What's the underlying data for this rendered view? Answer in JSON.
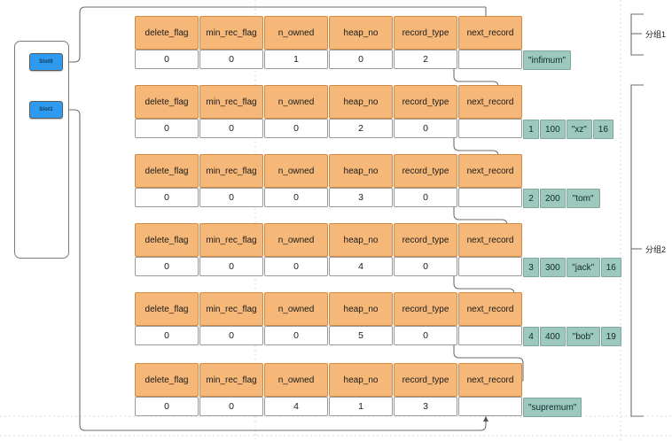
{
  "diagram": {
    "title_hidden": "",
    "colors": {
      "header_fill": "#f6b878",
      "header_stroke": "#d08a44",
      "payload_fill": "#9cc8bd",
      "payload_stroke": "#7fa79d",
      "slot_fill": "#2e9bf0",
      "line": "#6e6e6e"
    }
  },
  "page_directory": {
    "slots": [
      {
        "label": "Slot0"
      },
      {
        "label": "Slot1"
      }
    ]
  },
  "record_columns": [
    "delete_flag",
    "min_rec_flag",
    "n_owned",
    "heap_no",
    "record_type",
    "next_record"
  ],
  "records": [
    {
      "name": "infimum-record",
      "values": [
        "0",
        "0",
        "1",
        "0",
        "2",
        ""
      ],
      "payload": [
        "\"infimum\""
      ]
    },
    {
      "name": "record-xz",
      "values": [
        "0",
        "0",
        "0",
        "2",
        "0",
        ""
      ],
      "payload": [
        "1",
        "100",
        "\"xz\"",
        "16"
      ]
    },
    {
      "name": "record-tom",
      "values": [
        "0",
        "0",
        "0",
        "3",
        "0",
        ""
      ],
      "payload": [
        "2",
        "200",
        "\"tom\""
      ]
    },
    {
      "name": "record-jack",
      "values": [
        "0",
        "0",
        "0",
        "4",
        "0",
        ""
      ],
      "payload": [
        "3",
        "300",
        "\"jack\"",
        "16"
      ]
    },
    {
      "name": "record-bob",
      "values": [
        "0",
        "0",
        "0",
        "5",
        "0",
        ""
      ],
      "payload": [
        "4",
        "400",
        "\"bob\"",
        "19"
      ]
    },
    {
      "name": "supremum-record",
      "values": [
        "0",
        "0",
        "4",
        "1",
        "3",
        ""
      ],
      "payload": [
        "\"supremum\""
      ]
    }
  ],
  "groups": [
    {
      "label": "分组1"
    },
    {
      "label": "分组2"
    }
  ]
}
